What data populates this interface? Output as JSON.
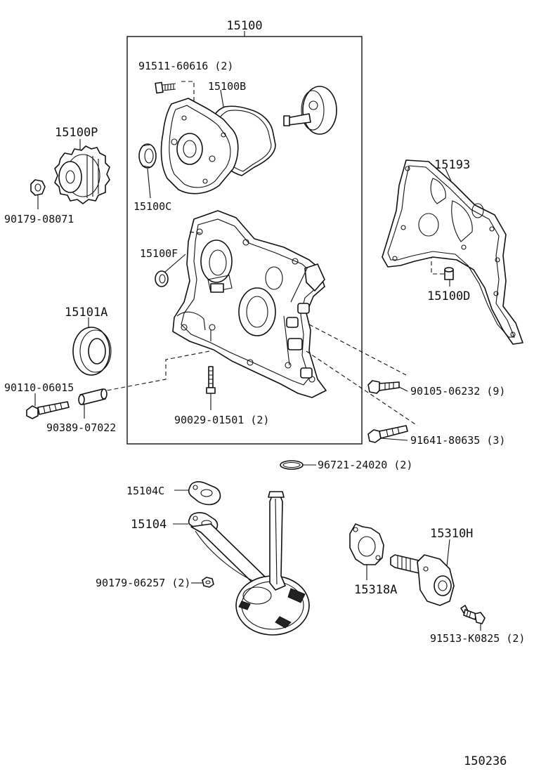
{
  "assembly": {
    "number": "15100",
    "items": [
      {
        "key": "bolt_top",
        "label": "91511-60616 (2)"
      },
      {
        "key": "gasket_b",
        "label": "15100B"
      },
      {
        "key": "seal_c",
        "label": "15100C"
      },
      {
        "key": "seal_f",
        "label": "15100F"
      },
      {
        "key": "stud",
        "label": "90029-01501 (2)"
      }
    ]
  },
  "parts": [
    {
      "key": "gear_p",
      "label": "15100P"
    },
    {
      "key": "nut_gear",
      "label": "90179-08071"
    },
    {
      "key": "gasket_cover",
      "label": "15193"
    },
    {
      "key": "pin_d",
      "label": "15100D"
    },
    {
      "key": "oil_seal",
      "label": "15101A"
    },
    {
      "key": "bolt_left",
      "label": "90110-06015"
    },
    {
      "key": "pin_left",
      "label": "90389-07022"
    },
    {
      "key": "bolt_right1",
      "label": "90105-06232 (9)"
    },
    {
      "key": "bolt_right2",
      "label": "91641-80635 (3)"
    },
    {
      "key": "oring",
      "label": "96721-24020 (2)"
    },
    {
      "key": "gasket_strainer",
      "label": "15104C"
    },
    {
      "key": "strainer",
      "label": "15104"
    },
    {
      "key": "nut_strainer",
      "label": "90179-06257 (2)"
    },
    {
      "key": "gasket_cooler",
      "label": "15318A"
    },
    {
      "key": "relief_valve",
      "label": "15310H"
    },
    {
      "key": "bolt_valve",
      "label": "91513-K0825 (2)"
    }
  ],
  "figure_number": "150236",
  "icons": [
    "gear-icon",
    "bolt-icon",
    "seal-icon",
    "gasket-icon",
    "oil-pump-body-icon",
    "strainer-icon",
    "valve-icon"
  ]
}
